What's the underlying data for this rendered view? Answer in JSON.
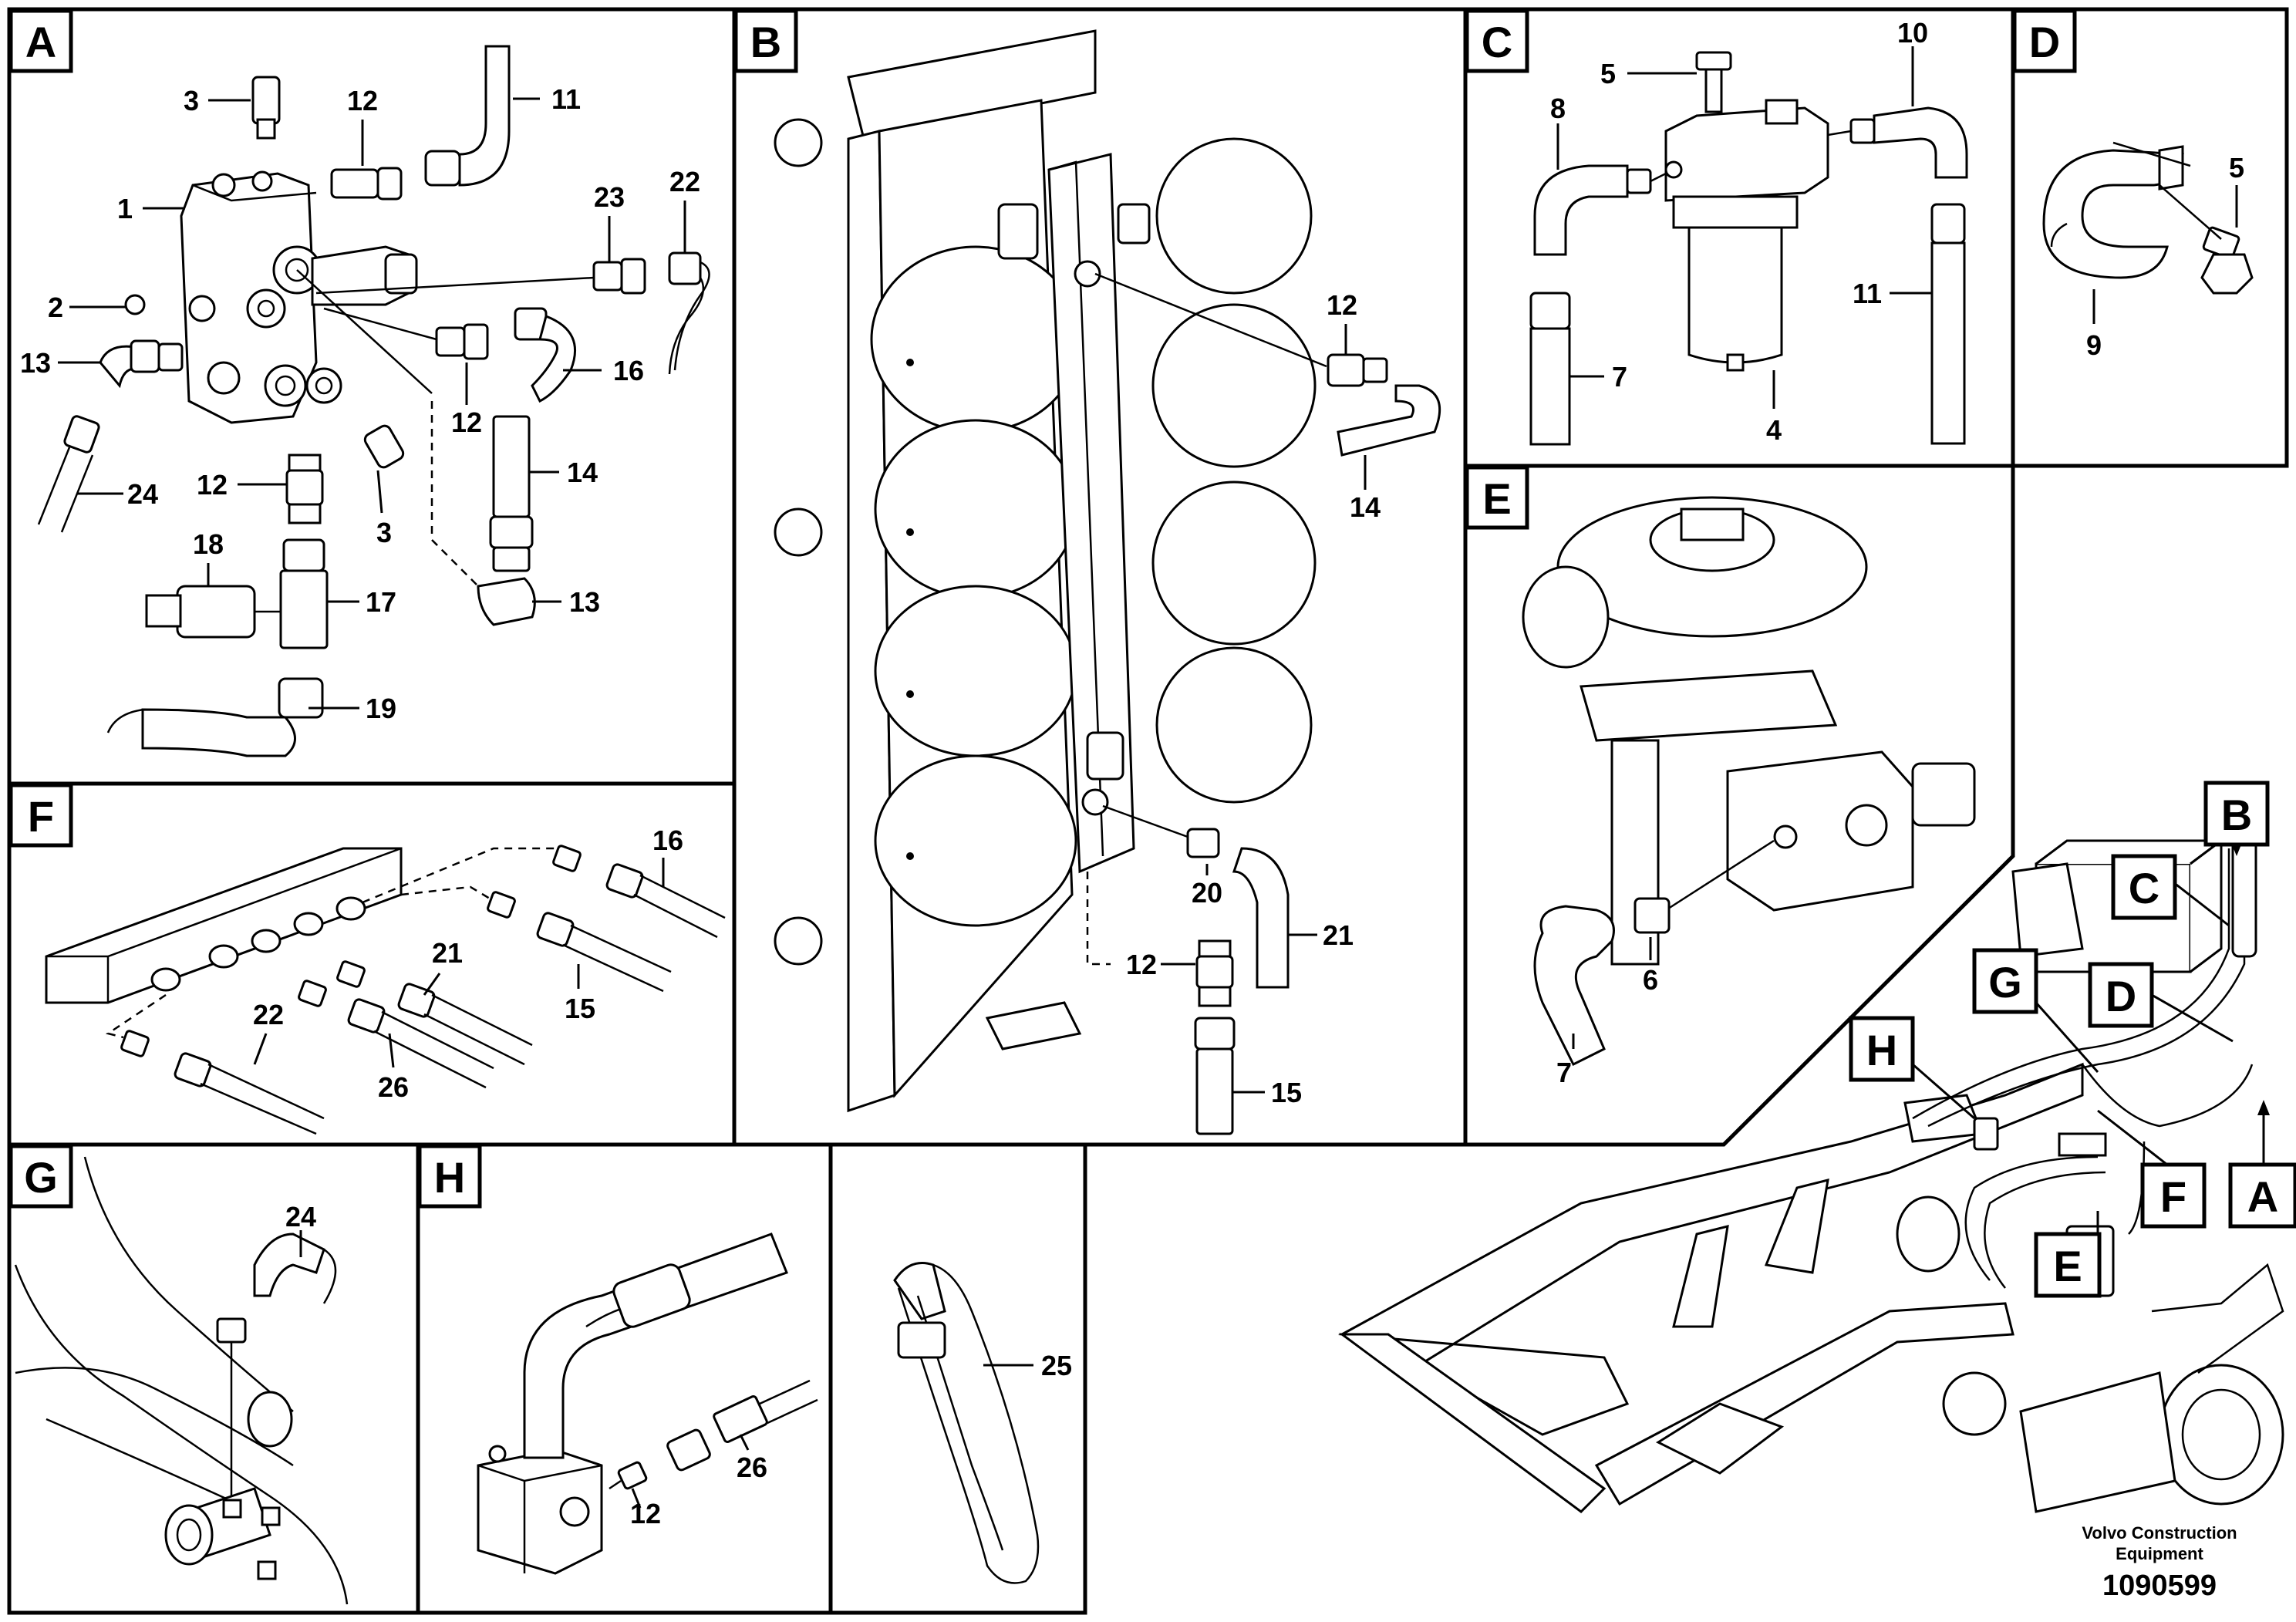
{
  "panels": {
    "A": {
      "tag": "A",
      "callouts": {
        "c1": "1",
        "c2": "2",
        "c3a": "3",
        "c3b": "3",
        "c11": "11",
        "c12a": "12",
        "c12b": "12",
        "c12c": "12",
        "c13a": "13",
        "c13b": "13",
        "c14": "14",
        "c16": "16",
        "c17": "17",
        "c18": "18",
        "c19": "19",
        "c22": "22",
        "c23": "23",
        "c24": "24"
      }
    },
    "B": {
      "tag": "B",
      "callouts": {
        "c12a": "12",
        "c12b": "12",
        "c14": "14",
        "c15": "15",
        "c20": "20",
        "c21": "21"
      }
    },
    "C": {
      "tag": "C",
      "callouts": {
        "c4": "4",
        "c5": "5",
        "c7": "7",
        "c8": "8",
        "c10": "10",
        "c11": "11"
      }
    },
    "D": {
      "tag": "D",
      "callouts": {
        "c5": "5",
        "c9": "9"
      }
    },
    "E": {
      "tag": "E",
      "callouts": {
        "c6": "6",
        "c7": "7"
      }
    },
    "F": {
      "tag": "F",
      "callouts": {
        "c15": "15",
        "c16": "16",
        "c21": "21",
        "c22": "22",
        "c26": "26"
      }
    },
    "G": {
      "tag": "G",
      "callouts": {
        "c24": "24"
      }
    },
    "H": {
      "tag": "H",
      "callouts": {
        "c12": "12",
        "c26": "26"
      }
    },
    "I": {
      "callouts": {
        "c25": "25"
      }
    }
  },
  "overview": {
    "tags": {
      "A": "A",
      "B": "B",
      "C": "C",
      "D": "D",
      "E": "E",
      "F": "F",
      "G": "G",
      "H": "H"
    },
    "brand_line1": "Volvo Construction",
    "brand_line2": "Equipment",
    "ref_number": "1090599"
  }
}
